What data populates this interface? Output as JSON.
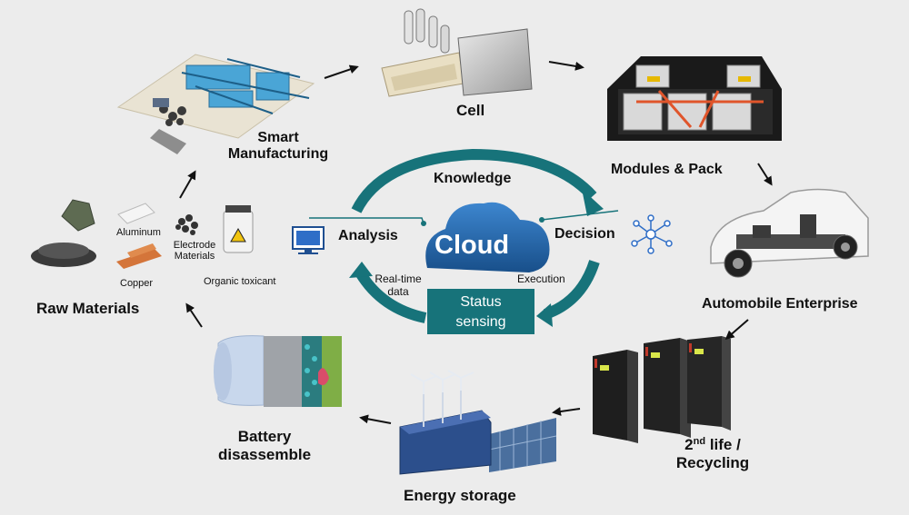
{
  "stages": {
    "cell": "Cell",
    "smart_manufacturing_line1": "Smart",
    "smart_manufacturing_line2": "Manufacturing",
    "modules_pack": "Modules & Pack",
    "automobile": "Automobile Enterprise",
    "second_life_num": "2",
    "second_life_sup": "nd",
    "second_life_rest": " life /",
    "recycling": "Recycling",
    "energy_storage": "Energy storage",
    "battery_line1": "Battery",
    "battery_line2": "disassemble",
    "raw_materials": "Raw Materials"
  },
  "raw_materials": {
    "aluminum": "Aluminum",
    "electrode_line1": "Electrode",
    "electrode_line2": "Materials",
    "copper": "Copper",
    "organic_toxicant": "Organic toxicant"
  },
  "cloud": {
    "title": "Cloud",
    "knowledge": "Knowledge",
    "analysis": "Analysis",
    "decision": "Decision",
    "realtime_line1": "Real-time",
    "realtime_line2": "data",
    "execution": "Execution",
    "status_line1": "Status",
    "status_line2": "sensing"
  },
  "colors": {
    "teal": "#17737a",
    "cloud_blue": "#1e5f9e",
    "background": "#ececec"
  }
}
